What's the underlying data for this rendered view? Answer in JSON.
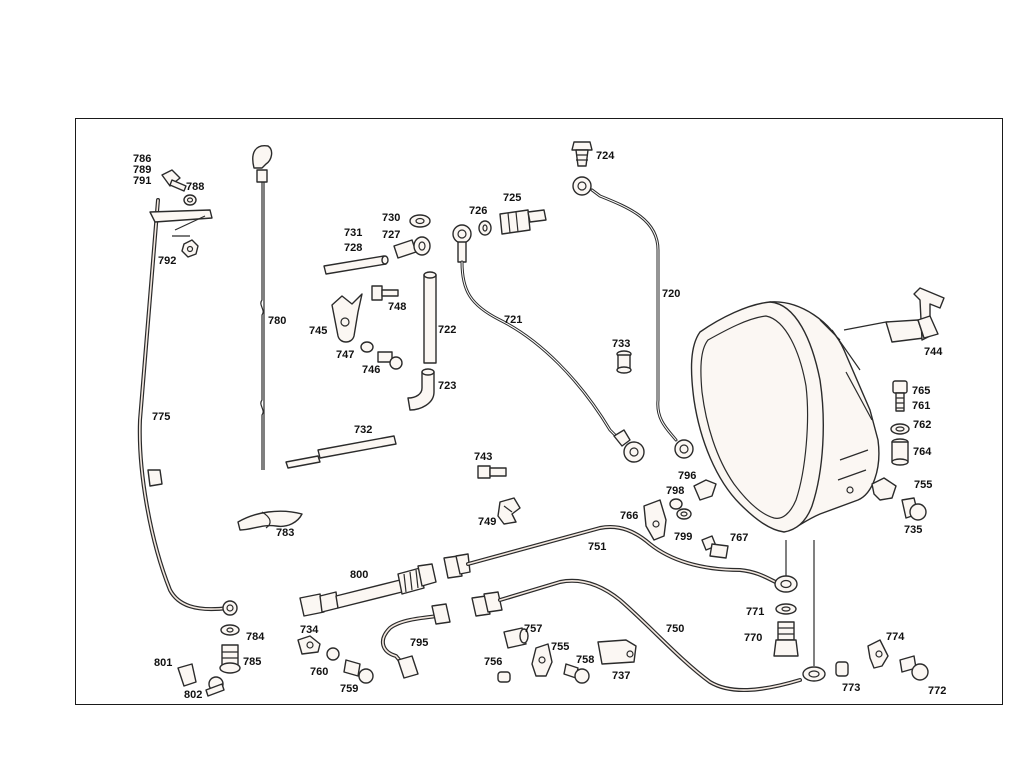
{
  "diagram": {
    "labels": {
      "720": "720",
      "721": "721",
      "722": "722",
      "723": "723",
      "724": "724",
      "725": "725",
      "726": "726",
      "727": "727",
      "728": "728",
      "730": "730",
      "731": "731",
      "732": "732",
      "733": "733",
      "734": "734",
      "735": "735",
      "737": "737",
      "743": "743",
      "744": "744",
      "745": "745",
      "746": "746",
      "747": "747",
      "748": "748",
      "749": "749",
      "750": "750",
      "751": "751",
      "755a": "755",
      "755b": "755",
      "756": "756",
      "757": "757",
      "758": "758",
      "759": "759",
      "760": "760",
      "761": "761",
      "762": "762",
      "764": "764",
      "765": "765",
      "766": "766",
      "767": "767",
      "770": "770",
      "771": "771",
      "772": "772",
      "773": "773",
      "774": "774",
      "775": "775",
      "780": "780",
      "783": "783",
      "784": "784",
      "785": "785",
      "786": "786",
      "788": "788",
      "789": "789",
      "791": "791",
      "792": "792",
      "795": "795",
      "796": "796",
      "798": "798",
      "799": "799",
      "800": "800",
      "801": "801",
      "802": "802"
    }
  }
}
